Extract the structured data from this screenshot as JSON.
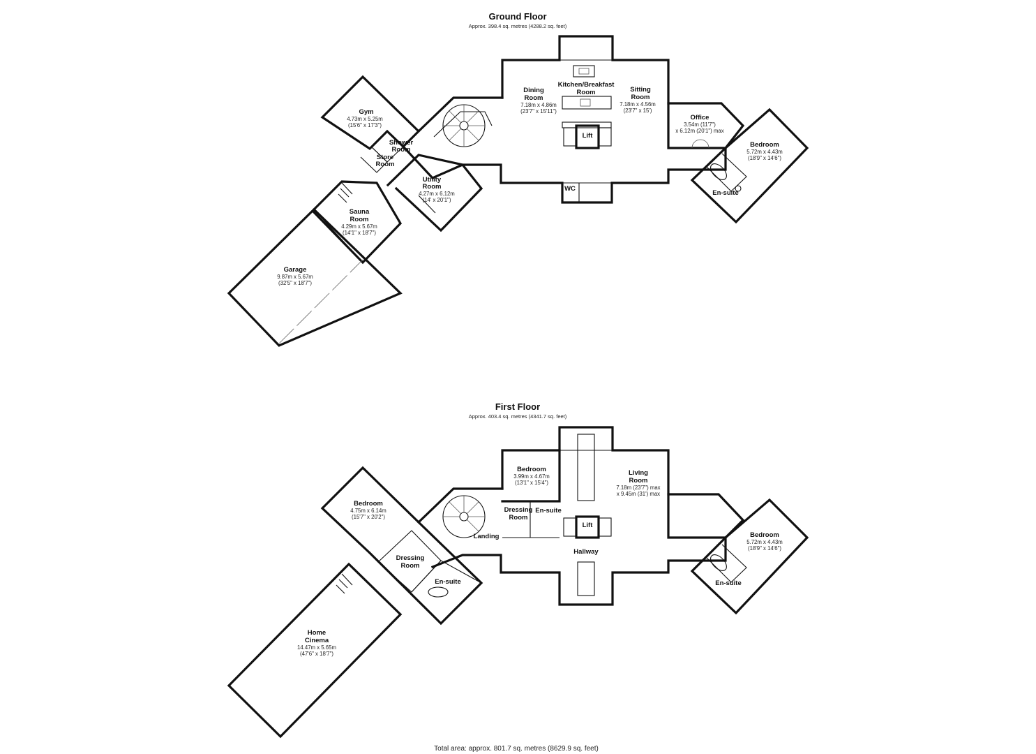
{
  "ground_floor": {
    "title": "Ground Floor",
    "area": "Approx. 398.4 sq. metres (4288.2 sq. feet)",
    "rooms": {
      "dining": {
        "name1": "Dining",
        "name2": "Room",
        "dim1": "7.18m x 4.86m",
        "dim2": "(23'7\" x 15'11\")"
      },
      "kitchen": {
        "name1": "Kitchen/Breakfast",
        "name2": "Room"
      },
      "sitting": {
        "name1": "Sitting",
        "name2": "Room",
        "dim1": "7.18m x 4.56m",
        "dim2": "(23'7\" x 15')"
      },
      "office": {
        "name": "Office",
        "dim1": "3.54m (11'7\")",
        "dim2": "x 6.12m (20'1\") max"
      },
      "bedroom": {
        "name": "Bedroom",
        "dim1": "5.72m x 4.43m",
        "dim2": "(18'9\" x 14'6\")"
      },
      "ensuite": {
        "name": "En-suite"
      },
      "gym": {
        "name": "Gym",
        "dim1": "4.73m x 5.25m",
        "dim2": "(15'6\" x 17'3\")"
      },
      "shower": {
        "name1": "Shower",
        "name2": "Room"
      },
      "store": {
        "name1": "Store",
        "name2": "Room"
      },
      "utility": {
        "name1": "Utility",
        "name2": "Room",
        "dim1": "4.27m x 6.12m",
        "dim2": "(14' x 20'1\")"
      },
      "sauna": {
        "name1": "Sauna",
        "name2": "Room",
        "dim1": "4.29m x 5.67m",
        "dim2": "(14'1\" x 18'7\")"
      },
      "garage": {
        "name": "Garage",
        "dim1": "9.87m x 5.67m",
        "dim2": "(32'5\" x 18'7\")"
      },
      "lift": {
        "name": "Lift"
      },
      "wc": {
        "name": "WC"
      }
    }
  },
  "first_floor": {
    "title": "First Floor",
    "area": "Approx. 403.4 sq. metres (4341.7 sq. feet)",
    "rooms": {
      "bedroom_centre": {
        "name": "Bedroom",
        "dim1": "3.99m x 4.67m",
        "dim2": "(13'1\" x 15'4\")"
      },
      "living": {
        "name1": "Living",
        "name2": "Room",
        "dim1": "7.18m (23'7\") max",
        "dim2": "x 9.45m (31') max"
      },
      "bedroom_left": {
        "name": "Bedroom",
        "dim1": "4.75m x 6.14m",
        "dim2": "(15'7\" x 20'2\")"
      },
      "dressing_centre": {
        "name1": "Dressing",
        "name2": "Room"
      },
      "ensuite_centre": {
        "name": "En-suite"
      },
      "lift": {
        "name": "Lift"
      },
      "landing": {
        "name": "Landing"
      },
      "hallway": {
        "name": "Hallway"
      },
      "bedroom_right": {
        "name": "Bedroom",
        "dim1": "5.72m x 4.43m",
        "dim2": "(18'9\" x 14'6\")"
      },
      "ensuite_right": {
        "name": "En-suite"
      },
      "dressing_left": {
        "name1": "Dressing",
        "name2": "Room"
      },
      "ensuite_left": {
        "name": "En-suite"
      },
      "cinema": {
        "name1": "Home",
        "name2": "Cinema",
        "dim1": "14.47m x 5.65m",
        "dim2": "(47'6\" x 18'7\")"
      }
    }
  },
  "total_area": "Total area: approx. 801.7 sq. metres (8629.9 sq. feet)"
}
